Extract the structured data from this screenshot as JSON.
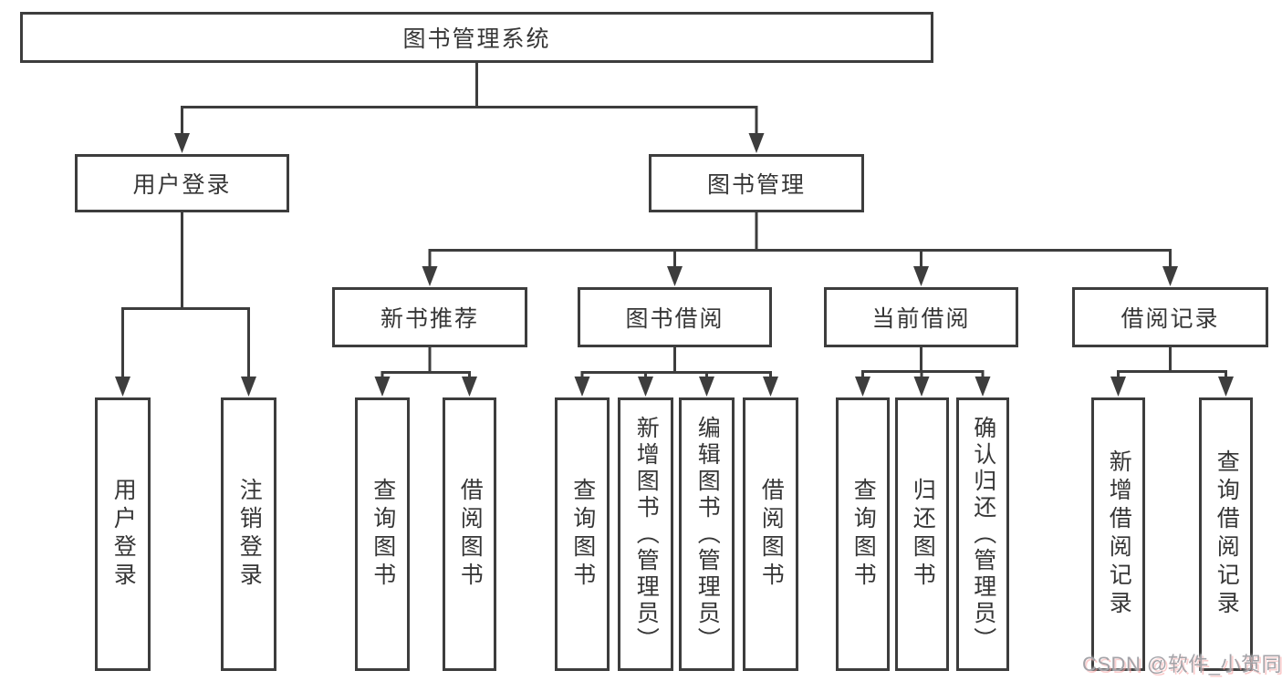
{
  "diagram": {
    "type": "tree",
    "root": {
      "label": "图书管理系统"
    },
    "branches": [
      {
        "label": "用户登录",
        "children": [
          {
            "label": "用户登录"
          },
          {
            "label": "注销登录"
          }
        ]
      },
      {
        "label": "图书管理",
        "children": [
          {
            "label": "新书推荐",
            "children": [
              {
                "label": "查询图书"
              },
              {
                "label": "借阅图书"
              }
            ]
          },
          {
            "label": "图书借阅",
            "children": [
              {
                "label": "查询图书"
              },
              {
                "label": "新增图书（管理员）"
              },
              {
                "label": "编辑图书（管理员）"
              },
              {
                "label": "借阅图书"
              }
            ]
          },
          {
            "label": "当前借阅",
            "children": [
              {
                "label": "查询图书"
              },
              {
                "label": "归还图书"
              },
              {
                "label": "确认归还（管理员）"
              }
            ]
          },
          {
            "label": "借阅记录",
            "children": [
              {
                "label": "新增借阅记录"
              },
              {
                "label": "查询借阅记录"
              }
            ]
          }
        ]
      }
    ]
  },
  "watermark": {
    "text": "CSDN @软件_小贺同学"
  },
  "colors": {
    "line": "#3d3d3d",
    "box_border": "#3d3d3d",
    "text": "#363636",
    "background": "#ffffff",
    "watermark_gray": "#a3a3a8",
    "watermark_pink": "#f89696"
  }
}
